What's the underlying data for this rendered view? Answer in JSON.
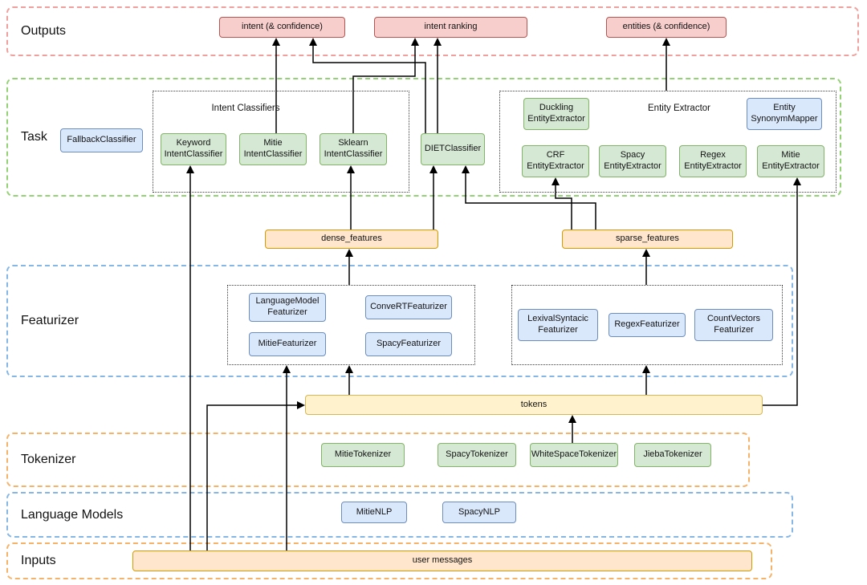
{
  "bands": {
    "outputs": "Outputs",
    "task": "Task",
    "featurizer": "Featurizer",
    "tokenizer": "Tokenizer",
    "language_models": "Language Models",
    "inputs": "Inputs"
  },
  "outputs": {
    "intent_confidence": "intent (& confidence)",
    "intent_ranking": "intent ranking",
    "entities_confidence": "entities (& confidence)"
  },
  "task": {
    "fallback_classifier": "FallbackClassifier",
    "intent_classifiers": {
      "group_label": "Intent Classifiers",
      "keyword": "Keyword IntentClassifier",
      "mitie": "Mitie IntentClassifier",
      "sklearn": "Sklearn IntentClassifier"
    },
    "diet_classifier": "DIETClassifier",
    "entity_extractor": {
      "group_label": "Entity Extractor",
      "duckling": "Duckling EntityExtractor",
      "entity_synonym_mapper": "Entity SynonymMapper",
      "crf": "CRF EntityExtractor",
      "spacy": "Spacy EntityExtractor",
      "regex": "Regex EntityExtractor",
      "mitie": "Mitie EntityExtractor"
    }
  },
  "features": {
    "dense": "dense_features",
    "sparse": "sparse_features"
  },
  "featurizers": {
    "dense_group": {
      "language_model": "LanguageModel Featurizer",
      "convert": "ConveRTFeaturizer",
      "mitie": "MitieFeaturizer",
      "spacy": "SpacyFeaturizer"
    },
    "sparse_group": {
      "lexical_syntactic": "LexivalSyntacic Featurizer",
      "regex": "RegexFeaturizer",
      "count_vectors": "CountVectors Featurizer"
    }
  },
  "tokens": "tokens",
  "tokenizers": {
    "mitie": "MitieTokenizer",
    "spacy": "SpacyTokenizer",
    "whitespace": "WhiteSpaceTokenizer",
    "jieba": "JiebaTokenizer"
  },
  "language_models": {
    "mitie_nlp": "MitieNLP",
    "spacy_nlp": "SpacyNLP"
  },
  "inputs": {
    "user_messages": "user messages"
  },
  "colors": {
    "green_fill": "#d5e8d4",
    "green_border": "#82b366",
    "blue_fill": "#dae8fc",
    "blue_border": "#6c8ebf",
    "pink_fill": "#f8cecc",
    "pink_border": "#b85450",
    "orange_fill": "#ffe6cc",
    "orange_border": "#d79b00",
    "yellow_fill": "#fff2cc",
    "yellow_border": "#d6b656",
    "band_outputs_border": "#f0a09c",
    "band_task_border": "#93d175",
    "band_featurizer_border": "#86b6e6",
    "band_tokenizer_border": "#f6b269",
    "band_language_models_border": "#86b6e6",
    "band_inputs_border": "#f6b269",
    "edge_stroke": "#000000"
  }
}
